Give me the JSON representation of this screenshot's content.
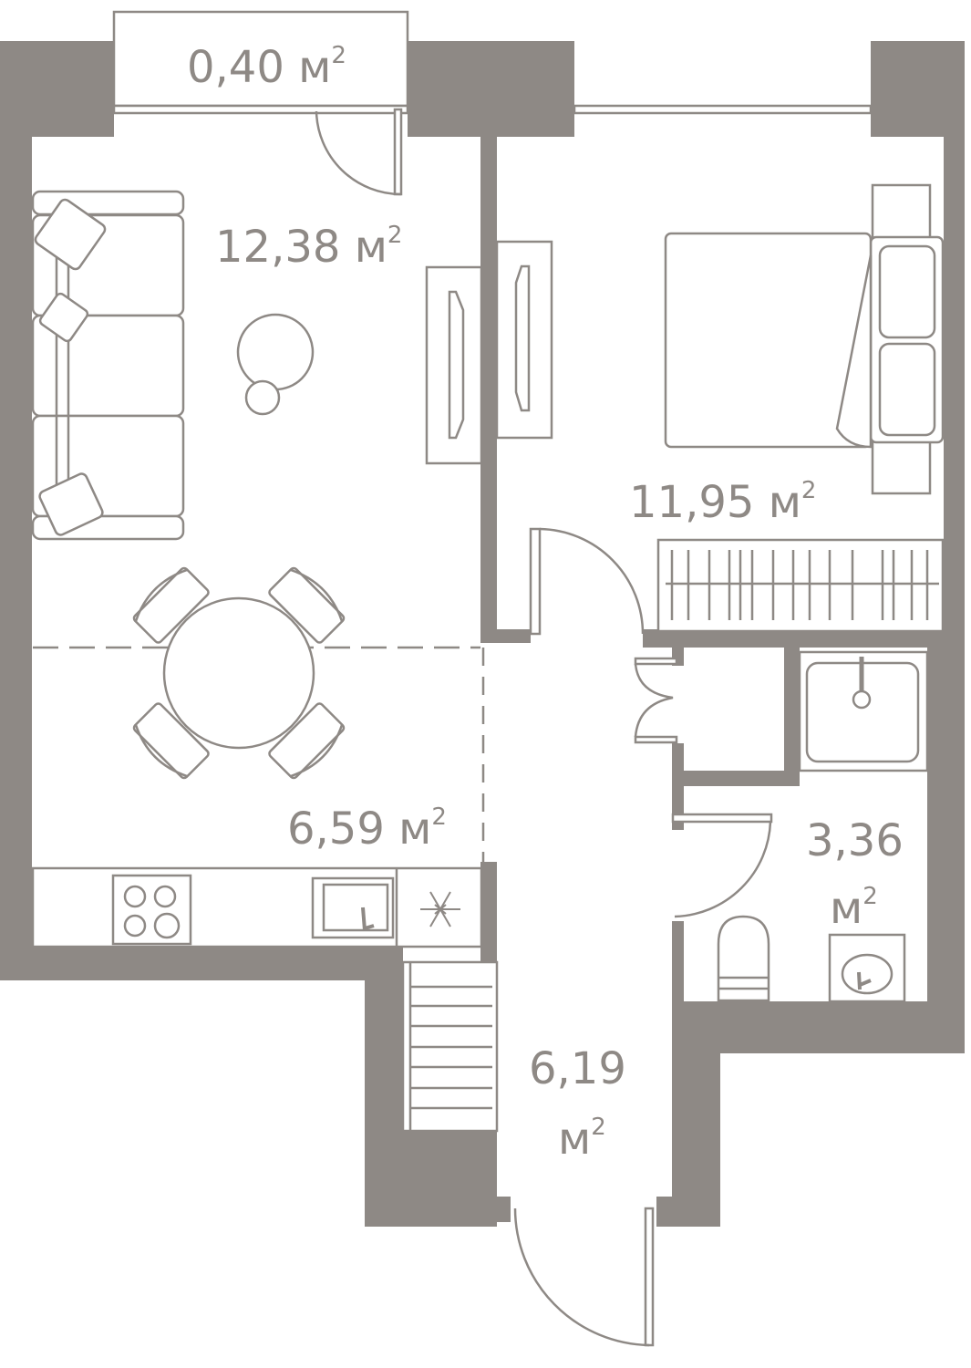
{
  "plan": {
    "wall_color": "#8e8985",
    "unit": "м",
    "unit_power": "2",
    "rooms": [
      {
        "name": "balcony",
        "area": "0,40"
      },
      {
        "name": "living-room",
        "area": "12,38"
      },
      {
        "name": "bedroom",
        "area": "11,95"
      },
      {
        "name": "kitchen",
        "area": "6,59"
      },
      {
        "name": "bathroom",
        "area": "3,36"
      },
      {
        "name": "hallway",
        "area": "6,19"
      }
    ]
  }
}
